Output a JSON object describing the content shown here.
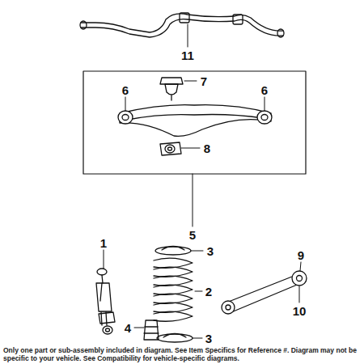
{
  "diagram": {
    "caption": "Only one part or sub-assembly included in diagram. See Item Specifics for Reference #. Diagram may not be specific to your vehicle. See Compatibility for vehicle-specific diagrams.",
    "labels": [
      "11",
      "6",
      "7",
      "6",
      "8",
      "5",
      "1",
      "3",
      "2",
      "4",
      "3",
      "9",
      "10"
    ]
  }
}
